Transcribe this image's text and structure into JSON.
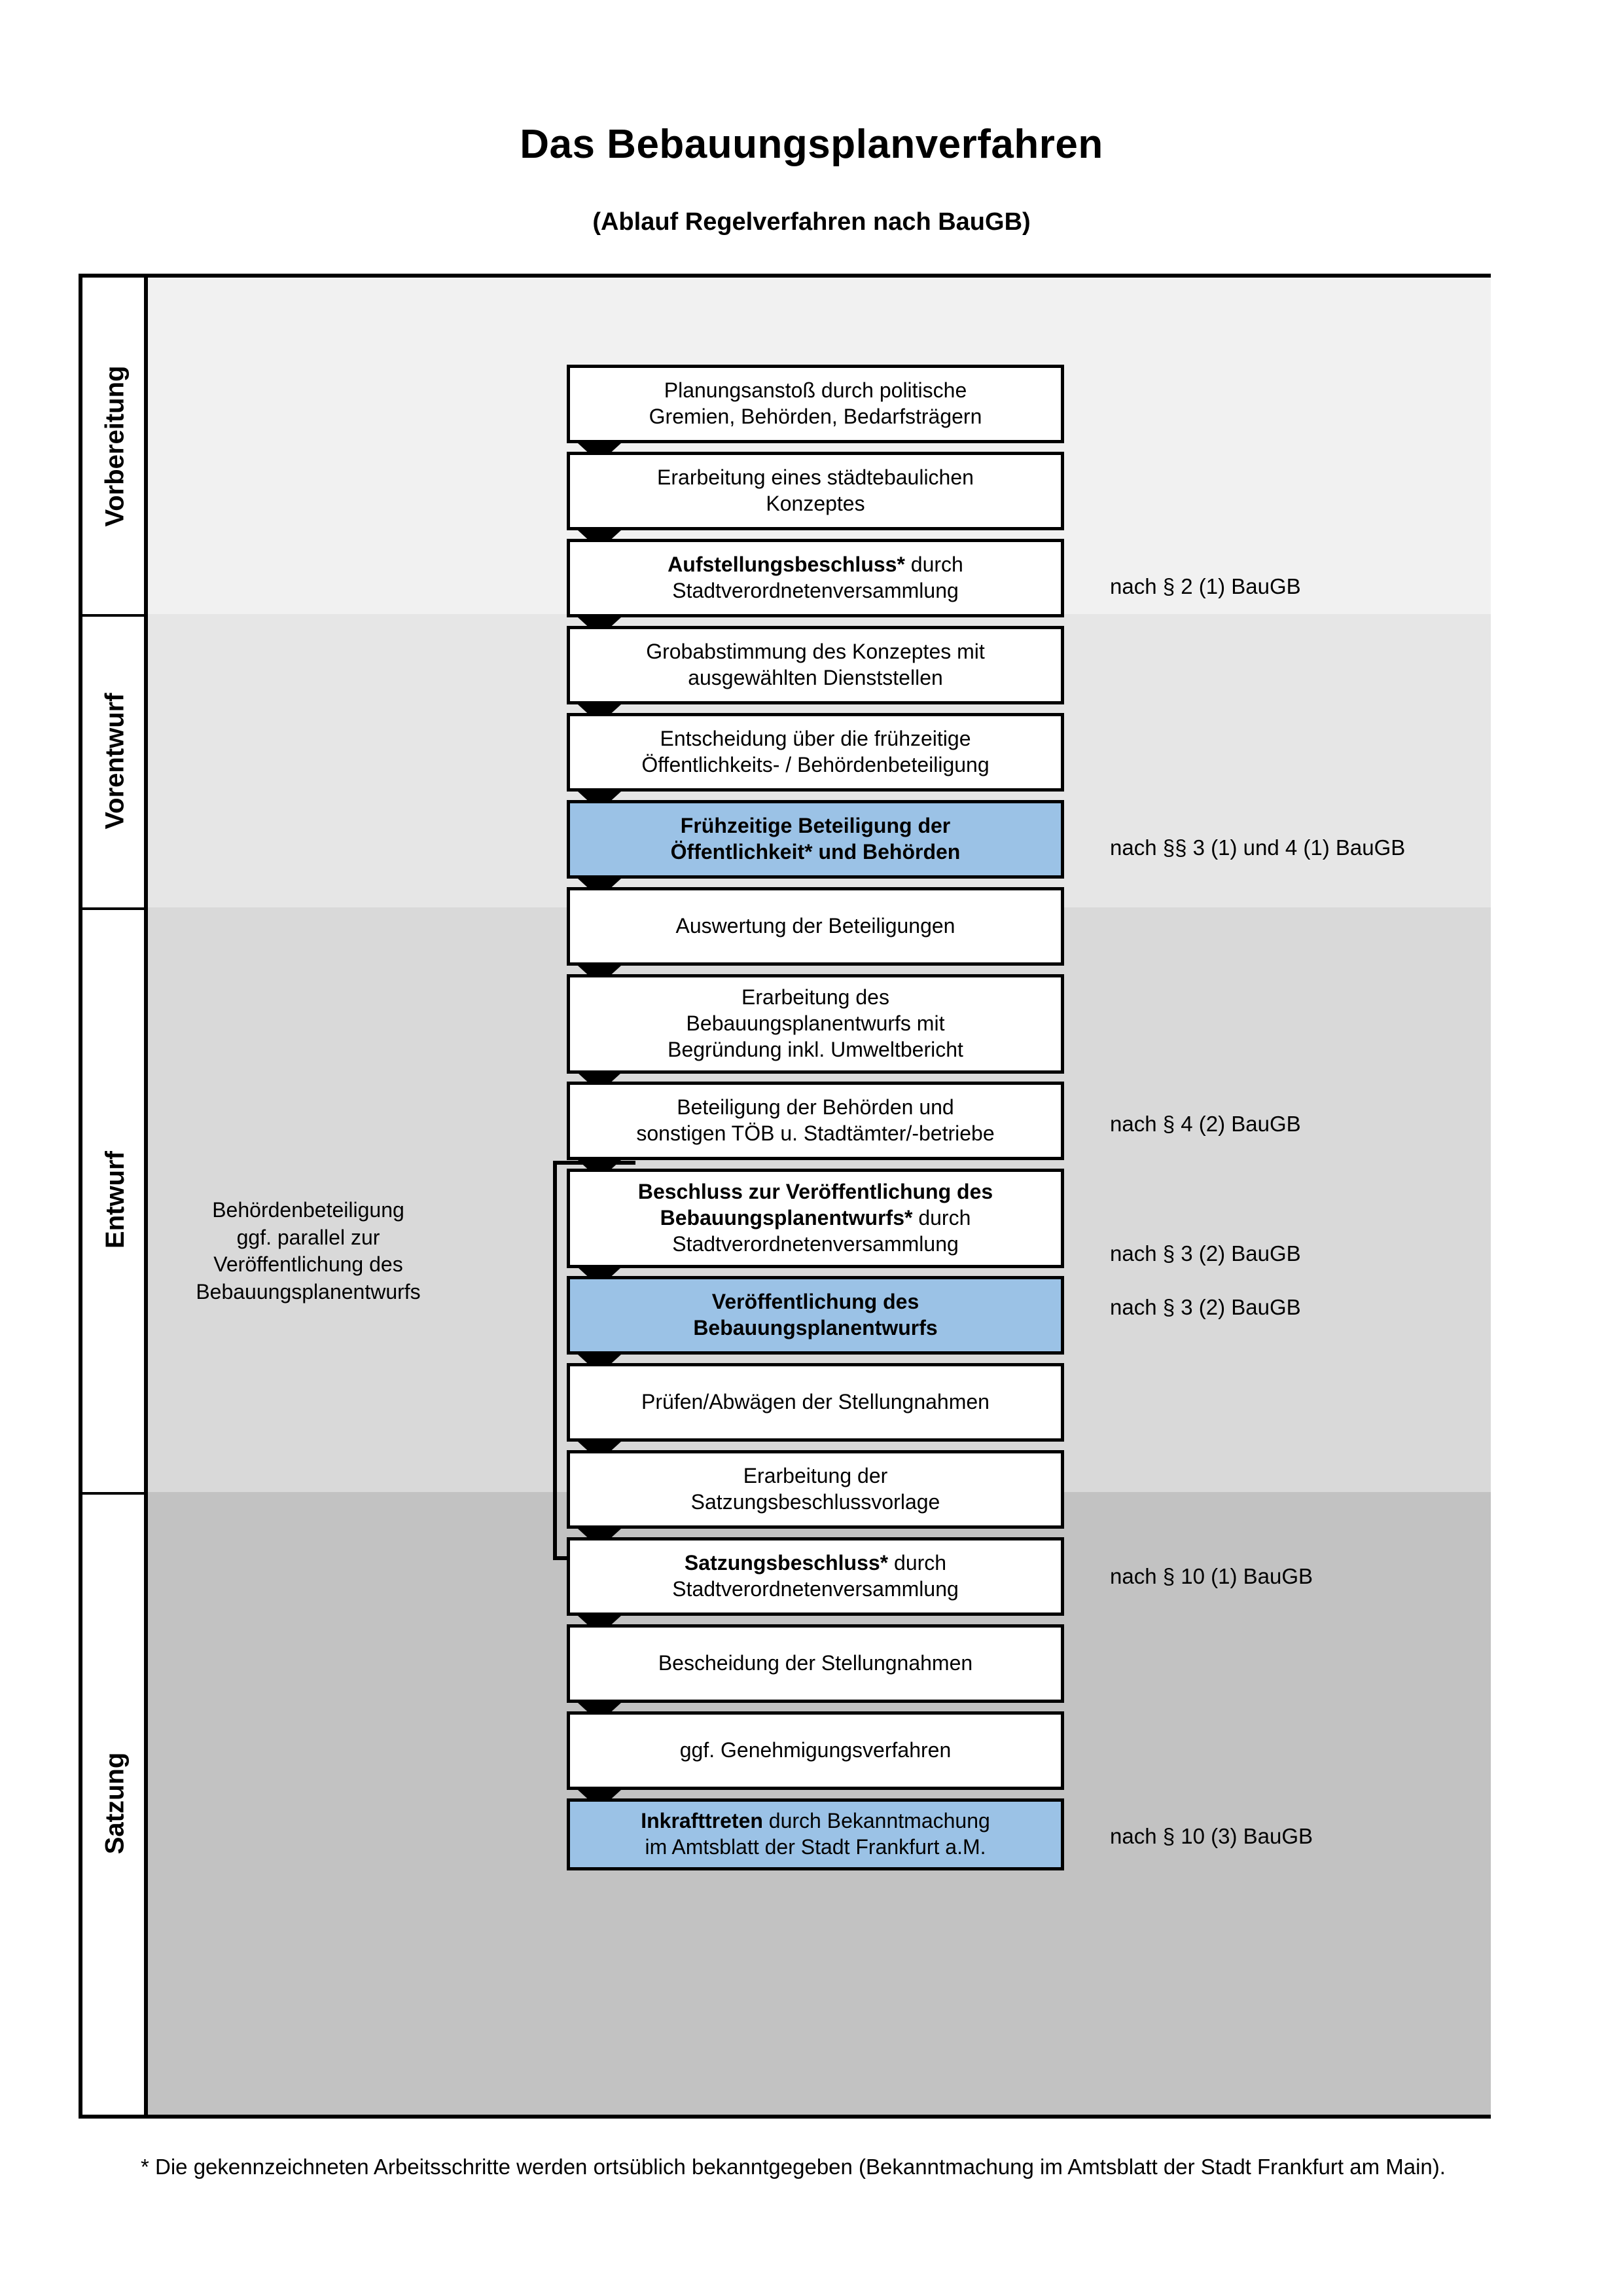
{
  "header": {
    "title": "Das Bebauungsplanverfahren",
    "subtitle": "(Ablauf Regelverfahren nach BauGB)"
  },
  "phases": [
    {
      "id": "vorbereitung",
      "label": "Vorbereitung",
      "band_color": "#F1F1F1"
    },
    {
      "id": "vorentwurf",
      "label": "Vorentwurf",
      "band_color": "#E6E6E6"
    },
    {
      "id": "entwurf",
      "label": "Entwurf",
      "band_color": "#D9D9D9"
    },
    {
      "id": "satzung",
      "label": "Satzung",
      "band_color": "#C2C2C2"
    }
  ],
  "nodes": [
    {
      "id": "n1",
      "phase": "vorbereitung",
      "style": "plain",
      "line1": "Planungsanstoß durch politische",
      "line2": "Gremien, Behörden, Bedarfsträgern"
    },
    {
      "id": "n2",
      "phase": "vorbereitung",
      "style": "plain",
      "line1": "Erarbeitung eines städtebaulichen",
      "line2": "Konzeptes"
    },
    {
      "id": "n3",
      "phase": "vorbereitung",
      "style": "bold-lead",
      "bold": "Aufstellungsbeschluss*",
      "rest": " durch",
      "line2": "Stadtverordnetenversammlung"
    },
    {
      "id": "n4",
      "phase": "vorentwurf",
      "style": "plain",
      "line1": "Grobabstimmung des Konzeptes mit",
      "line2": "ausgewählten Dienststellen"
    },
    {
      "id": "n5",
      "phase": "vorentwurf",
      "style": "plain",
      "line1": "Entscheidung über die frühzeitige",
      "line2": "Öffentlichkeits- / Behördenbeteiligung"
    },
    {
      "id": "n6",
      "phase": "vorentwurf",
      "style": "blue-bold",
      "line1": "Frühzeitige Beteiligung der",
      "line2": "Öffentlichkeit* und Behörden"
    },
    {
      "id": "n7",
      "phase": "entwurf",
      "style": "plain",
      "line1": "Auswertung der Beteiligungen",
      "line2": ""
    },
    {
      "id": "n8",
      "phase": "entwurf",
      "style": "plain3",
      "line1": "Erarbeitung des",
      "line2": "Bebauungsplanentwurfs mit",
      "line3": "Begründung inkl. Umweltbericht"
    },
    {
      "id": "n9",
      "phase": "entwurf",
      "style": "plain",
      "line1": "Beteiligung der Behörden und",
      "line2": "sonstigen TÖB u. Stadtämter/-betriebe"
    },
    {
      "id": "n10",
      "phase": "entwurf",
      "style": "bold-two-lines",
      "bold1": "Beschluss zur Veröffentlichung des",
      "bold2": "Bebauungsplanentwurfs*",
      "rest": " durch",
      "line3": "Stadtverordnetenversammlung"
    },
    {
      "id": "n11",
      "phase": "entwurf",
      "style": "blue-bold",
      "line1": "Veröffentlichung des",
      "line2": "Bebauungsplanentwurfs"
    },
    {
      "id": "n12",
      "phase": "satzung",
      "style": "plain",
      "line1": "Prüfen/Abwägen der Stellungnahmen",
      "line2": ""
    },
    {
      "id": "n13",
      "phase": "satzung",
      "style": "plain",
      "line1": "Erarbeitung der",
      "line2": "Satzungsbeschlussvorlage"
    },
    {
      "id": "n14",
      "phase": "satzung",
      "style": "bold-lead",
      "bold": "Satzungsbeschluss*",
      "rest": " durch",
      "line2": "Stadtverordnetenversammlung"
    },
    {
      "id": "n15",
      "phase": "satzung",
      "style": "plain",
      "line1": "Bescheidung der Stellungnahmen",
      "line2": ""
    },
    {
      "id": "n16",
      "phase": "satzung",
      "style": "plain",
      "line1": "ggf. Genehmigungsverfahren",
      "line2": ""
    },
    {
      "id": "n17",
      "phase": "satzung",
      "style": "blue-bold-lead",
      "bold": "Inkrafttreten",
      "rest": " durch Bekanntmachung",
      "line2": "im Amtsblatt der Stadt Frankfurt a.M."
    }
  ],
  "legal_refs": [
    {
      "id": "l1",
      "text": "nach § 2 (1) BauGB"
    },
    {
      "id": "l2",
      "text": "nach §§ 3 (1) und 4 (1) BauGB"
    },
    {
      "id": "l3",
      "text": "nach § 4 (2) BauGB"
    },
    {
      "id": "l4",
      "text": "nach § 3 (2) BauGB"
    },
    {
      "id": "l5",
      "text": "nach § 3 (2) BauGB"
    },
    {
      "id": "l6",
      "text": "nach § 10 (1) BauGB"
    },
    {
      "id": "l7",
      "text": "nach § 10 (3) BauGB"
    }
  ],
  "side_note": {
    "line1": "Behördenbeteiligung",
    "line2": "ggf. parallel zur",
    "line3": "Veröffentlichung des",
    "line4": "Bebauungsplanentwurfs"
  },
  "footnote": {
    "text": "* Die gekennzeichneten Arbeitsschritte werden ortsüblich bekanntgegeben (Bekanntmachung im Amtsblatt  der Stadt Frankfurt am Main)."
  },
  "colors": {
    "highlight_blue": "#9BC2E6",
    "box_border": "#000000",
    "box_fill": "#FFFFFF"
  }
}
